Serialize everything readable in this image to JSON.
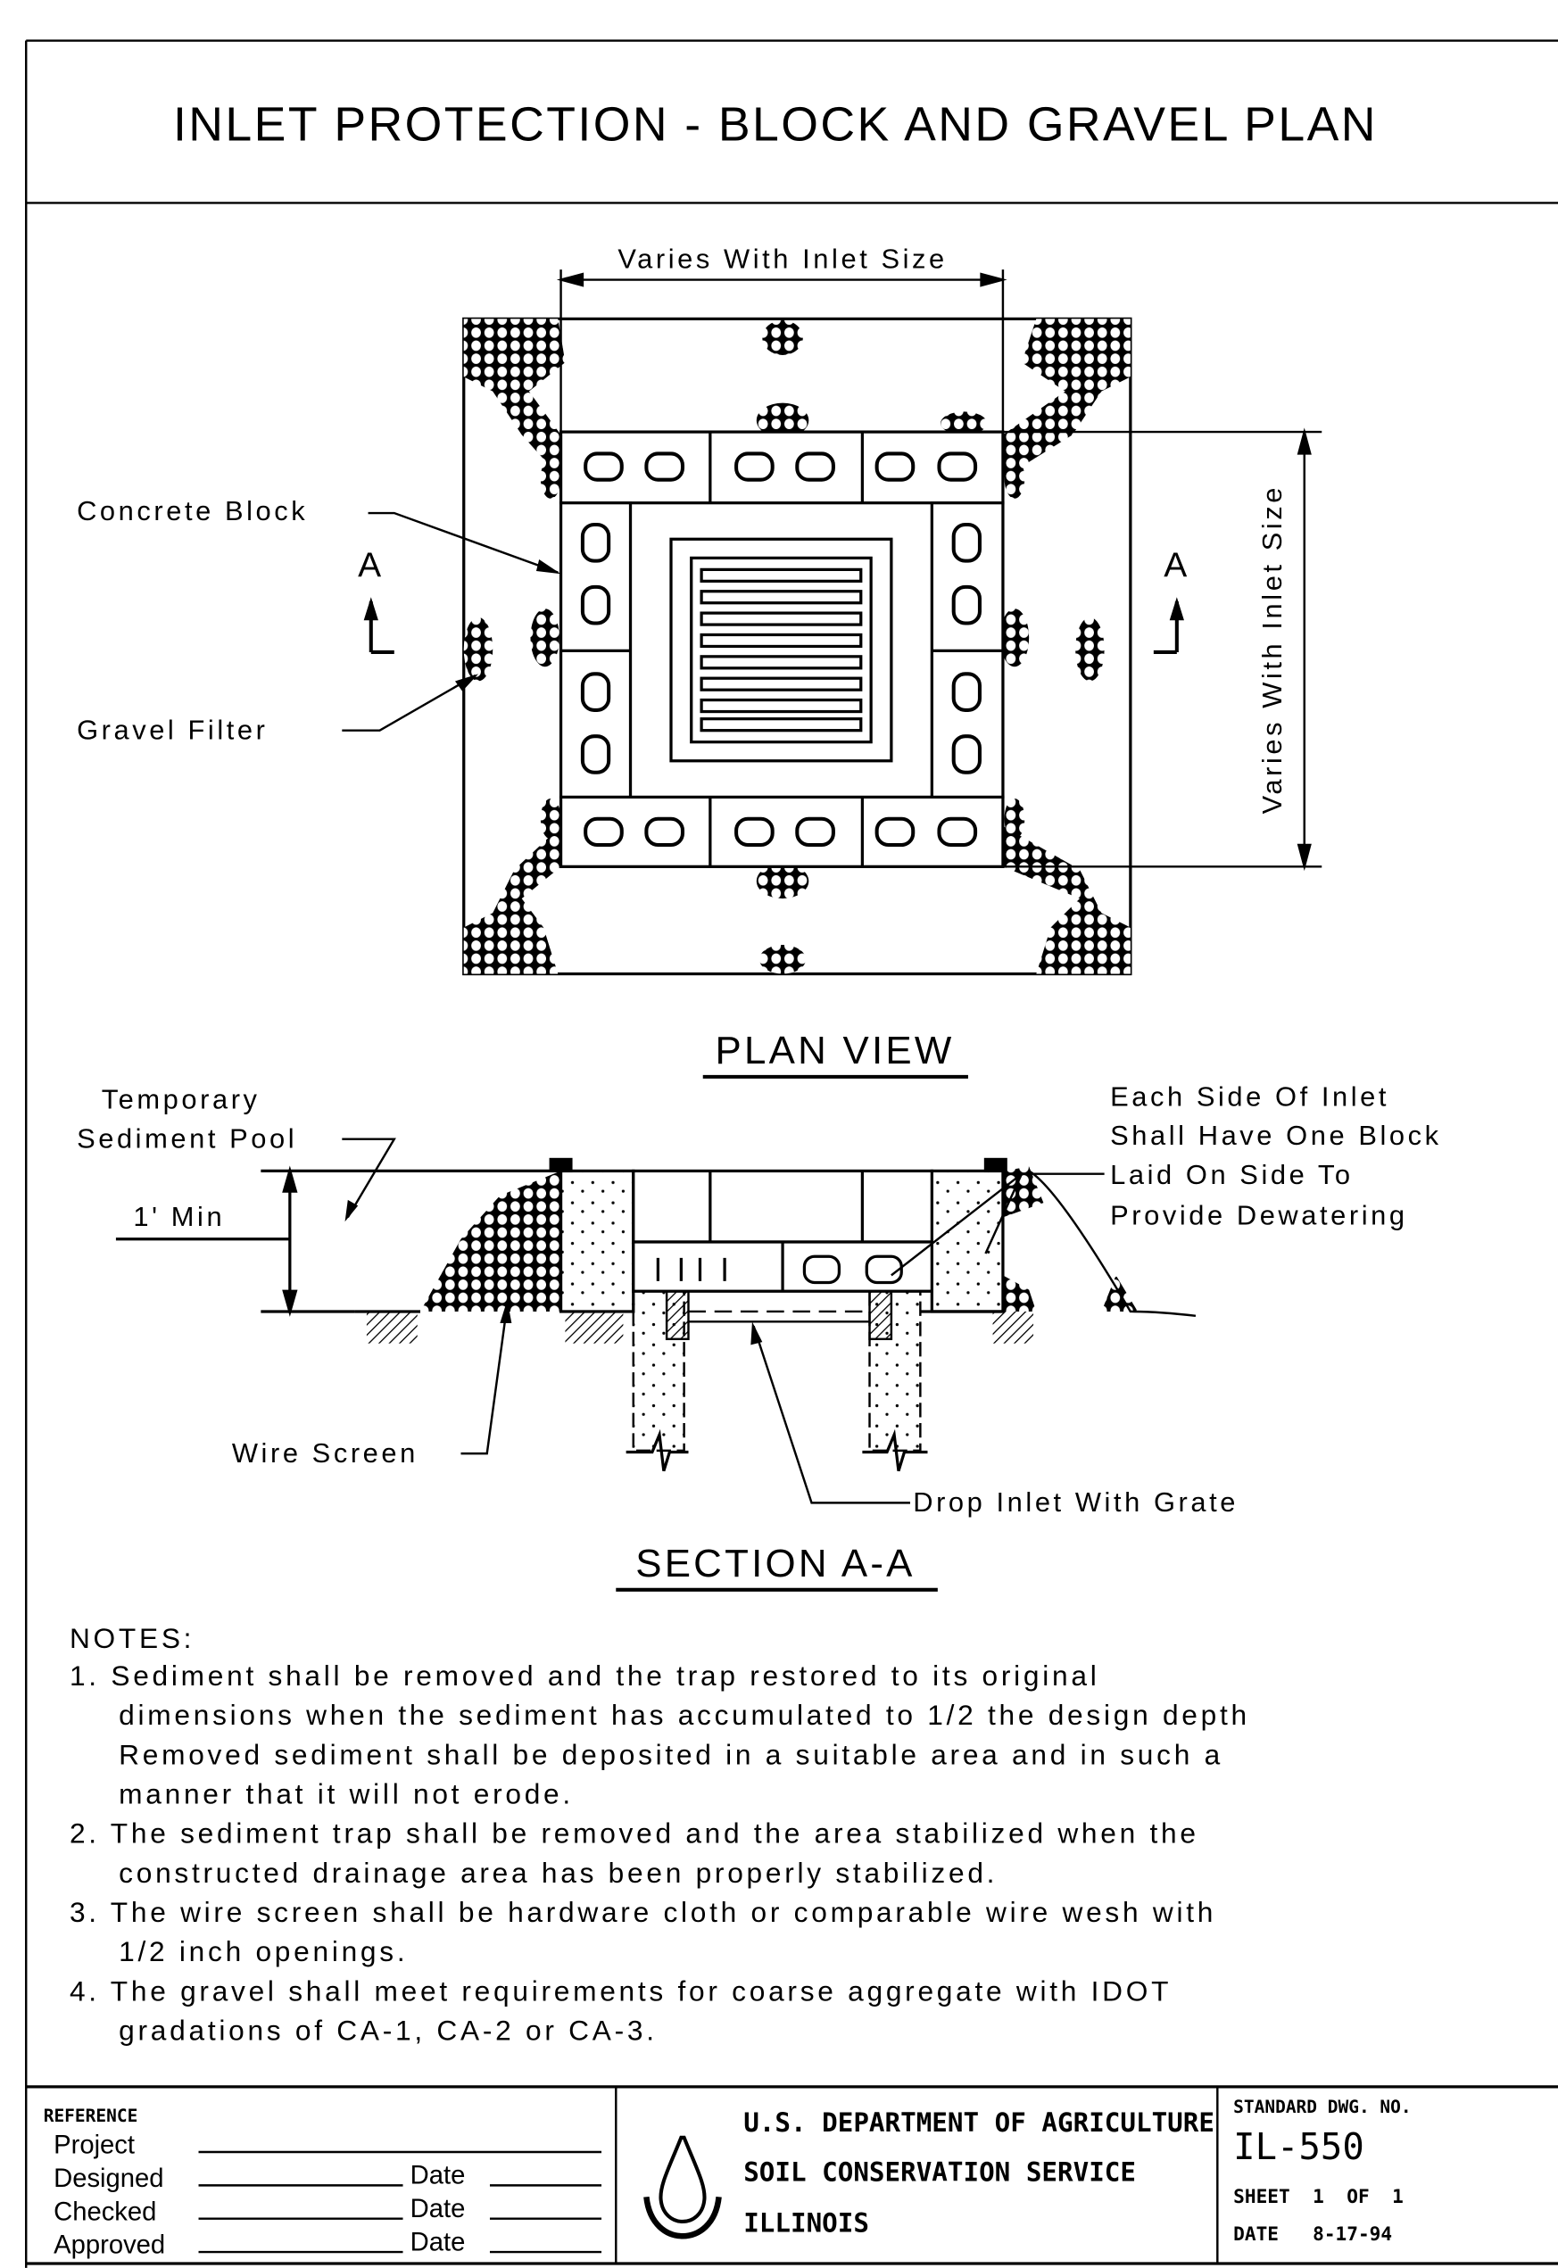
{
  "title": "INLET PROTECTION - BLOCK AND GRAVEL PLAN",
  "plan_view": {
    "heading": "PLAN VIEW",
    "dim_width": "Varies With Inlet Size",
    "dim_height": "Varies With Inlet Size",
    "label_block": "Concrete Block",
    "label_gravel": "Gravel Filter",
    "section_mark": "A"
  },
  "section": {
    "heading": "SECTION A-A",
    "pool_line1": "Temporary",
    "pool_line2": "Sediment Pool",
    "min_depth": "1' Min",
    "wire_screen": "Wire Screen",
    "drop_inlet": "Drop Inlet With Grate",
    "dewater": [
      "Each Side Of Inlet",
      "Shall Have One Block",
      "Laid On Side To",
      "Provide Dewatering"
    ]
  },
  "notes": {
    "heading": "NOTES:",
    "lines": [
      "1. Sediment shall be removed and the trap restored to its original",
      "   dimensions when the sediment has accumulated to 1/2 the design depth",
      "   Removed sediment shall be deposited in a suitable area and in such a",
      "   manner that it will not erode.",
      "2. The sediment trap shall be removed and the area stabilized when the",
      "   constructed drainage area has been properly stabilized.",
      "3. The wire screen shall be hardware cloth or comparable wire wesh with",
      "   1/2 inch openings.",
      "4. The gravel shall meet requirements for coarse aggregate with IDOT",
      "   gradations of CA-1, CA-2 or CA-3."
    ]
  },
  "title_block": {
    "reference": "REFERENCE",
    "project": "Project",
    "designed": "Designed",
    "checked": "Checked",
    "approved": "Approved",
    "date_label": "Date",
    "agency1": "U.S. DEPARTMENT OF AGRICULTURE",
    "agency2": "SOIL CONSERVATION SERVICE",
    "agency3": "ILLINOIS",
    "std_dwg_label": "STANDARD DWG. NO.",
    "dwg_no": "IL-550",
    "sheet": "SHEET  1  OF  1",
    "date": "DATE   8-17-94"
  }
}
